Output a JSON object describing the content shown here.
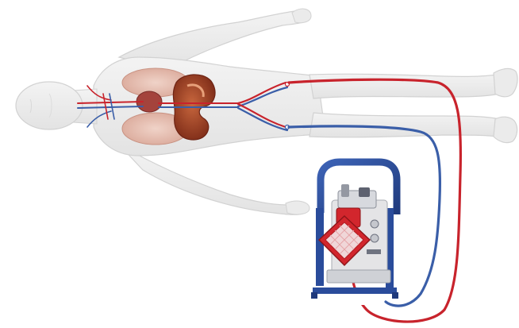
{
  "scene": {
    "colors": {
      "background": "#ffffff",
      "skin": "#ececec",
      "skin_outline": "#d7d7d7",
      "arterial_line": "#c8232c",
      "venous_line": "#3a5ea8",
      "organ_heart": "#a4433c",
      "organ_lung": "#e7c2b6",
      "organ_stomach": "#9c3b22",
      "device_frame": "#2a4c9b",
      "device_body": "#e4e4e6",
      "oxygenator": "#d2262d"
    },
    "icons": [
      "human-body-illustration",
      "heart-lung-organs",
      "ecmo-device",
      "oxygenator",
      "blood-tubing"
    ]
  }
}
